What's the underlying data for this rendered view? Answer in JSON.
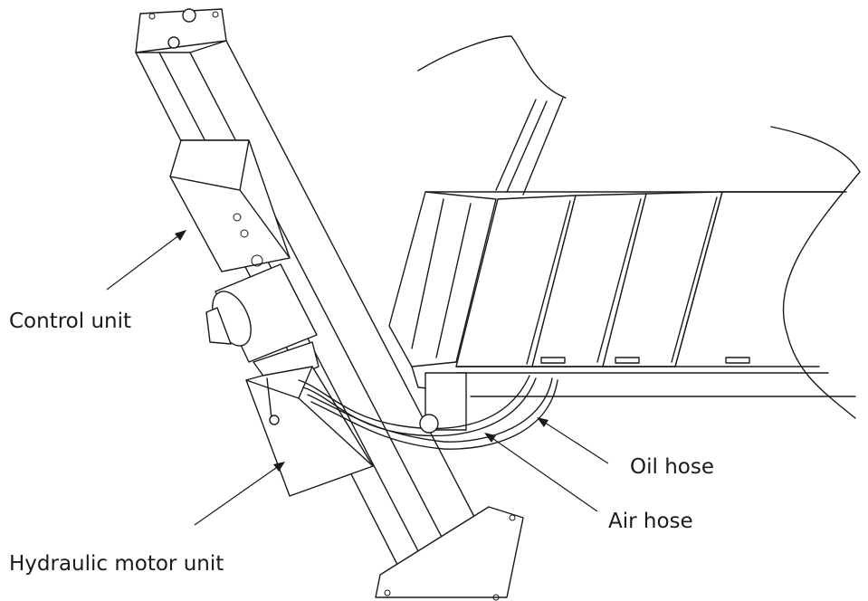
{
  "labels": {
    "control_unit": "Control unit",
    "hydraulic_motor_unit": "Hydraulic motor unit",
    "oil_hose": "Oil hose",
    "air_hose": "Air hose"
  }
}
